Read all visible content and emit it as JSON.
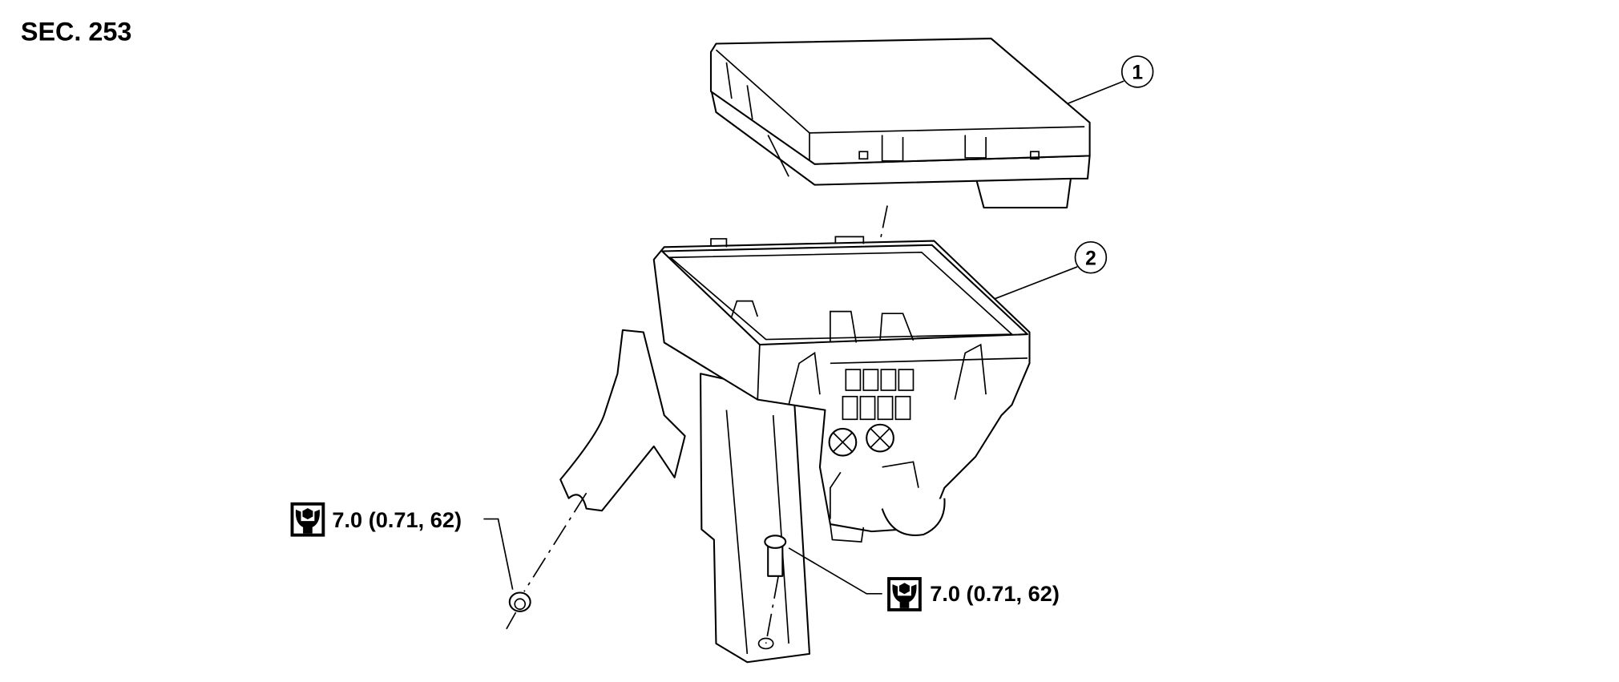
{
  "section_label": "SEC. 253",
  "callouts": [
    {
      "number": "1"
    },
    {
      "number": "2"
    }
  ],
  "torque_specs": [
    {
      "icon": "tightening-torque-icon",
      "value": "7.0 (0.71, 62)"
    },
    {
      "icon": "tightening-torque-icon",
      "value": "7.0 (0.71, 62)"
    }
  ]
}
